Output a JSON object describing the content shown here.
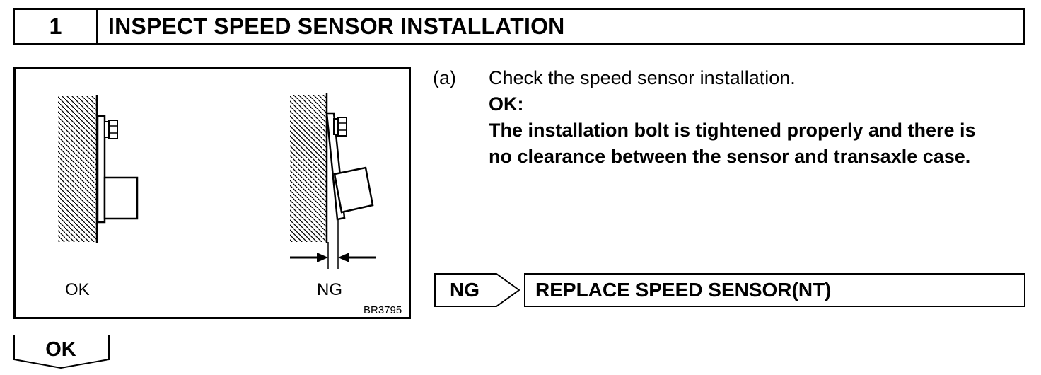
{
  "header": {
    "number": "1",
    "title": "INSPECT SPEED SENSOR INSTALLATION"
  },
  "figure": {
    "label_ok": "OK",
    "label_ng": "NG",
    "code": "BR3795"
  },
  "step": {
    "marker": "(a)",
    "instruction": "Check the speed sensor installation.",
    "ok_heading": "OK:",
    "ok_line1": "The installation bolt is tightened properly and there is",
    "ok_line2": "no clearance between the sensor and transaxle case."
  },
  "ng_branch": {
    "label": "NG",
    "action": "REPLACE SPEED SENSOR(NT)"
  },
  "ok_branch": {
    "label": "OK"
  }
}
